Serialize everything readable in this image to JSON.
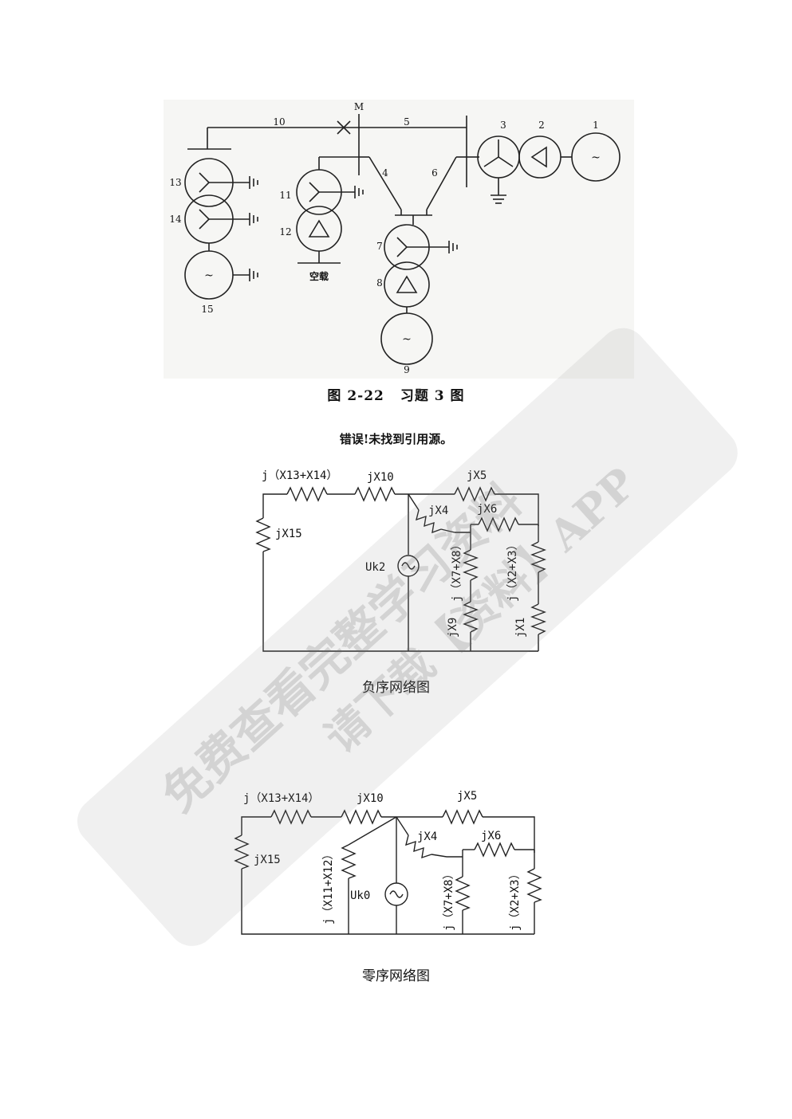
{
  "figure1": {
    "labels": {
      "n1": "1",
      "n2": "2",
      "n3": "3",
      "n4": "4",
      "n5": "5",
      "n6": "6",
      "n7": "7",
      "n8": "8",
      "n9": "9",
      "n10": "10",
      "n11": "11",
      "n12": "12",
      "n13": "13",
      "n14": "14",
      "n15": "15",
      "m": "M",
      "noload": "空载"
    },
    "caption_number": "图 2-22",
    "caption_title": "习题 3 图"
  },
  "error_text": "错误!未找到引用源。",
  "negative_network": {
    "labels": {
      "x1314": "j（X13+X14）",
      "x10": "jX10",
      "x5": "jX5",
      "x4": "jX4",
      "x6": "jX6",
      "x15": "jX15",
      "source": "Uk2",
      "x78": "j（X7+X8）",
      "x23": "j（X2+X3）",
      "x9": "jX9",
      "x1": "jX1"
    },
    "caption": "负序网络图"
  },
  "zero_network": {
    "labels": {
      "x1314": "j（X13+X14）",
      "x10": "jX10",
      "x5": "jX5",
      "x4": "jX4",
      "x6": "jX6",
      "x15": "jX15",
      "x1112": "j（X11+X12）",
      "source": "Uk0",
      "x78": "j（X7+X8）",
      "x23": "j（X2+X3）"
    },
    "caption": "零序网络图"
  },
  "watermark": {
    "line1": "免费查看完整学习资料",
    "line2": "请下载【资料】APP"
  }
}
